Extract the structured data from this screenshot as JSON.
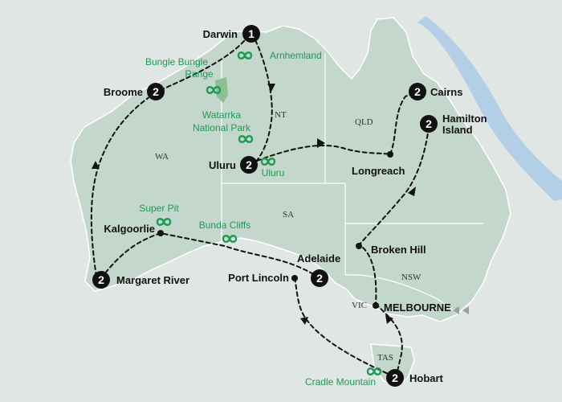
{
  "colors": {
    "sea": "#dfe6e4",
    "land": "#c3d7cc",
    "land_stroke": "#ffffff",
    "reef": "#9ec5e6",
    "route": "#111111",
    "attraction": "#1e9a55",
    "bungle_patch": "#8dbf92"
  },
  "states": [
    "WA",
    "NT",
    "QLD",
    "SA",
    "NSW",
    "VIC",
    "TAS"
  ],
  "stops": [
    {
      "name": "Darwin",
      "badge": "1"
    },
    {
      "name": "Broome",
      "badge": "2"
    },
    {
      "name": "Uluru",
      "badge": "2"
    },
    {
      "name": "Cairns",
      "badge": "2"
    },
    {
      "name": "Hamilton",
      "badge": "2"
    },
    {
      "name": "Island",
      "badge": ""
    },
    {
      "name": "Longreach",
      "badge": ""
    },
    {
      "name": "Broken Hill",
      "badge": ""
    },
    {
      "name": "Kalgoorlie",
      "badge": ""
    },
    {
      "name": "Margaret River",
      "badge": "2"
    },
    {
      "name": "Adelaide",
      "badge": "2"
    },
    {
      "name": "Port Lincoln",
      "badge": ""
    },
    {
      "name": "MELBOURNE",
      "badge": ""
    },
    {
      "name": "Hobart",
      "badge": "2"
    }
  ],
  "attractions": [
    {
      "name": "Arnhemland",
      "icon": "infinity-icon"
    },
    {
      "name": "Bungle Bungle",
      "icon": ""
    },
    {
      "name": "Range",
      "icon": "infinity-icon"
    },
    {
      "name": "Watarrka",
      "icon": ""
    },
    {
      "name": "National Park",
      "icon": "infinity-icon"
    },
    {
      "name": "Uluru",
      "icon": "infinity-icon"
    },
    {
      "name": "Super Pit",
      "icon": "infinity-icon"
    },
    {
      "name": "Bunda Cliffs",
      "icon": "infinity-icon"
    },
    {
      "name": "Cradle Mountain",
      "icon": "infinity-icon"
    }
  ],
  "legend": {
    "melbourne_arrows_icon": "left-right-arrows-icon"
  }
}
